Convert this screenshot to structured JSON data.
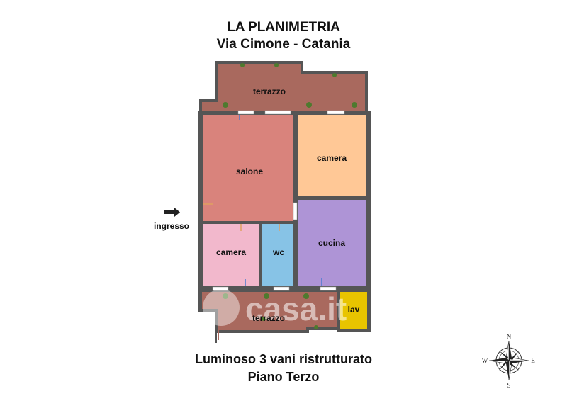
{
  "header": {
    "title": "LA PLANIMETRIA",
    "subtitle": "Via Cimone - Catania"
  },
  "rooms": {
    "terrazzo_top": "terrazzo",
    "salone": "salone",
    "camera_1": "camera",
    "camera_2": "camera",
    "wc": "wc",
    "cucina": "cucina",
    "lav": "lav",
    "terrazzo_bottom": "terrazzo"
  },
  "entrance": {
    "label": "ingresso"
  },
  "footer": {
    "line1": "Luminoso 3 vani ristrutturato",
    "line2": "Piano Terzo"
  },
  "watermark": {
    "text": "casa.it"
  },
  "compass": {
    "n": "N",
    "s": "S",
    "e": "E",
    "w": "W"
  },
  "colors": {
    "terrazzo": "#a9695e",
    "salone": "#d9837c",
    "camera_1": "#ffc896",
    "camera_2": "#f2b8cc",
    "wc": "#87c3e6",
    "cucina": "#ae94d6",
    "lav": "#e8c400",
    "wall": "#555555"
  }
}
